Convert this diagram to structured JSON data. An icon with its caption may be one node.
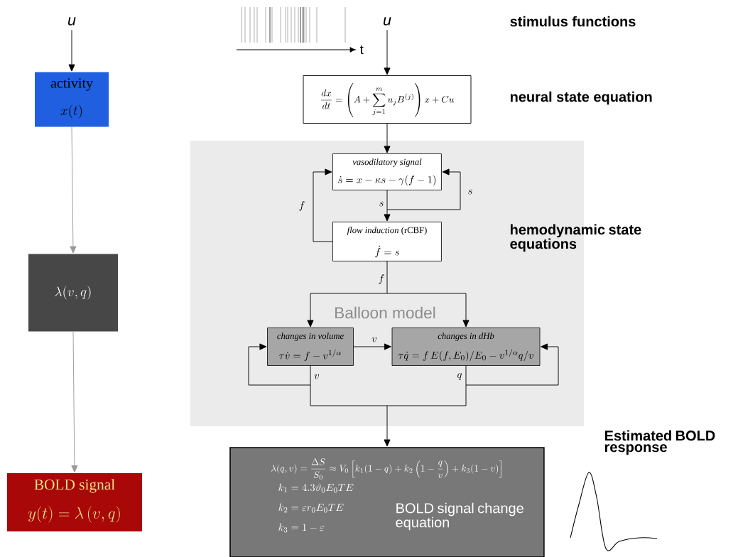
{
  "diagram": {
    "nodes": [
      {
        "text": [
          "u"
        ]
      },
      {
        "text": [
          "activity",
          "x(t)"
        ]
      },
      {
        "text": [
          "\\lambda(v,q)"
        ]
      },
      {
        "text": [
          "BOLD signal",
          "y(t) = \\lambda\\left(v,q\\right)"
        ]
      },
      {
        "text": [
          "u"
        ]
      },
      {
        "text": [
          "\\frac{dx}{dt} = \\left(A + \\sum_{j=1}^{m} u_j B^{(j)}\\right) x + Cu"
        ]
      },
      {
        "text": [
          "Balloon model"
        ]
      },
      {
        "text": [
          "vasodilatory signal",
          "\\dot{s} = x - \\kappa s - \\gamma(f-1)"
        ],
        "in": 6
      },
      {
        "text": [
          "*flow induction* (rCBF)",
          "\\dot{f} = s"
        ],
        "in": 6
      },
      {
        "text": [
          "changes in volume",
          "\\tau\\dot{v} = f - v^{1/\\alpha}"
        ],
        "in": 6
      },
      {
        "text": [
          "changes in dHb",
          "\\tau\\dot{q} = f\\,E(f,E_0)/E_0 - v^{1/\\alpha}q/v"
        ],
        "in": 6
      },
      {
        "text": [
          "\\lambda(q,v) = \\frac{\\Delta S}{S_0} \\approx V_0\\left[k_1(1-q) + k_2\\left(1-\\frac{q}{v}\\right) + k_3(1-v)\\right]",
          "k_1 = 4.3\\vartheta_0 E_0 TE",
          "k_2 = \\varepsilon r_0 E_0 TE",
          "k_3 = 1 - \\varepsilon",
          "BOLD signal change equation"
        ]
      }
    ],
    "edges": [
      {
        "from": 0,
        "to": 1,
        "arrow": "to"
      },
      {
        "from": 1,
        "to": 2,
        "arrow": "to",
        "color": "#999999"
      },
      {
        "from": 2,
        "to": 3,
        "arrow": "to",
        "color": "#999999"
      },
      {
        "from": 4,
        "to": 5,
        "arrow": "to"
      },
      {
        "from": 5,
        "to": 7,
        "arrow": "to"
      },
      {
        "from": 7,
        "to": 8,
        "arrow": "to",
        "label": "s"
      },
      {
        "from": 7,
        "to": 7,
        "arrow": "to",
        "label": "s"
      },
      {
        "from": 8,
        "to": 7,
        "arrow": "to",
        "label": "f"
      },
      {
        "from": 8,
        "to": 9,
        "arrow": "to",
        "label": "f"
      },
      {
        "from": 8,
        "to": 10,
        "arrow": "to"
      },
      {
        "from": 9,
        "to": 10,
        "arrow": "to",
        "label": "v"
      },
      {
        "from": 9,
        "to": 9,
        "arrow": "to"
      },
      {
        "from": 10,
        "to": 10,
        "arrow": "to"
      },
      {
        "from": 9,
        "to": 11,
        "arrow": "to",
        "label": "v"
      },
      {
        "from": 10,
        "to": 11,
        "arrow": "to",
        "label": "q"
      }
    ],
    "labels": [
      "t",
      "stimulus functions",
      "neural state equation",
      "hemodynamic state equations",
      "Estimated BOLD response"
    ]
  }
}
